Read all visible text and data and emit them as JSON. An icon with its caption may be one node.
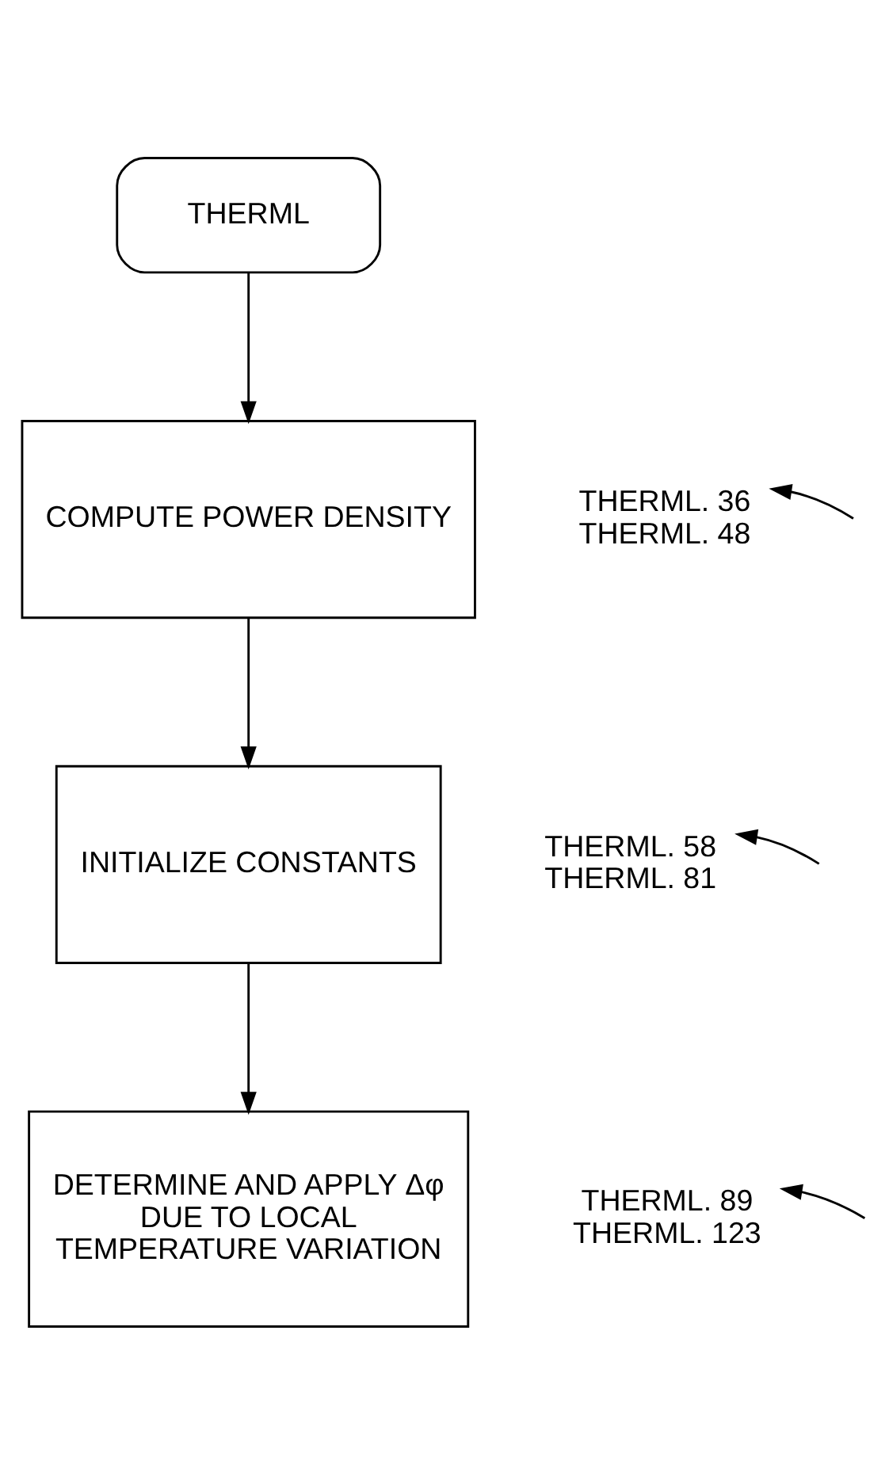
{
  "diagram": {
    "nodes": [
      {
        "text": [
          "THERML"
        ]
      },
      {
        "text": [
          "COMPUTE POWER DENSITY"
        ]
      },
      {
        "text": [
          "THERML. 36",
          "THERML. 48"
        ]
      },
      {
        "text": [
          "INITIALIZE CONSTANTS"
        ]
      },
      {
        "text": [
          "THERML. 58",
          "THERML. 81"
        ]
      },
      {
        "text": [
          "DETERMINE AND APPLY Δφ DUE TO LOCAL TEMPERATURE VARIATION"
        ]
      },
      {
        "text": [
          "THERML. 89",
          "THERML. 123"
        ]
      }
    ],
    "edges": [
      {
        "from": 0,
        "to": 1,
        "arrow": "to"
      },
      {
        "from": 1,
        "to": 3,
        "arrow": "to"
      },
      {
        "from": 3,
        "to": 5,
        "arrow": "to"
      },
      {
        "from": null,
        "to": 2,
        "arrow": "to"
      },
      {
        "from": null,
        "to": 4,
        "arrow": "to"
      },
      {
        "from": null,
        "to": 6,
        "arrow": "to"
      }
    ]
  }
}
